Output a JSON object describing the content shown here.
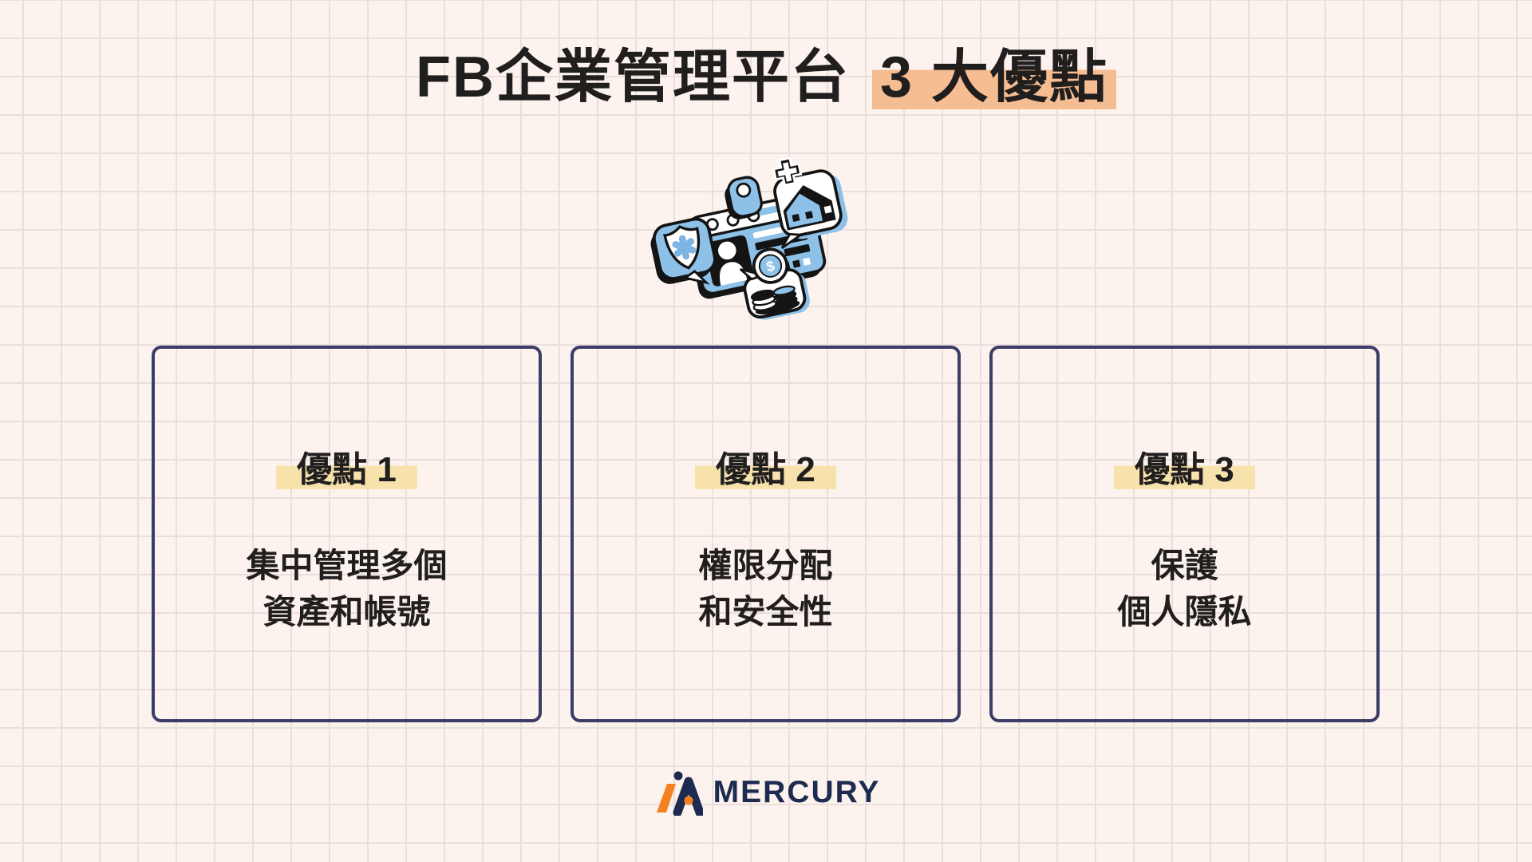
{
  "title": {
    "prefix": "FB企業管理平台",
    "highlight": "3 大優點"
  },
  "cards": [
    {
      "label": "優點 1",
      "lines": [
        "集中管理多個",
        "資產和帳號"
      ]
    },
    {
      "label": "優點 2",
      "lines": [
        "權限分配",
        "和安全性"
      ]
    },
    {
      "label": "優點 3",
      "lines": [
        "保護",
        "個人隱私"
      ]
    }
  ],
  "footer": {
    "brand": "MERCURY"
  },
  "illustration": {
    "name": "business-id-card-illustration",
    "icons": [
      "shield-icon",
      "id-card-icon",
      "house-icon",
      "dollar-coin-icon",
      "coin-stack-icon",
      "clip-icon",
      "user-avatar-icon"
    ]
  },
  "colors": {
    "background": "#fdf3ee",
    "grid_line": "#e9dedc",
    "text": "#211e1e",
    "title_highlight": "#f7bd92",
    "label_highlight": "#f8e2ac",
    "card_border": "#3b3d66",
    "illustration_blue": "#8dc1e8",
    "illustration_black": "#141414",
    "logo_navy": "#1d2b50",
    "logo_orange": "#f58220"
  }
}
